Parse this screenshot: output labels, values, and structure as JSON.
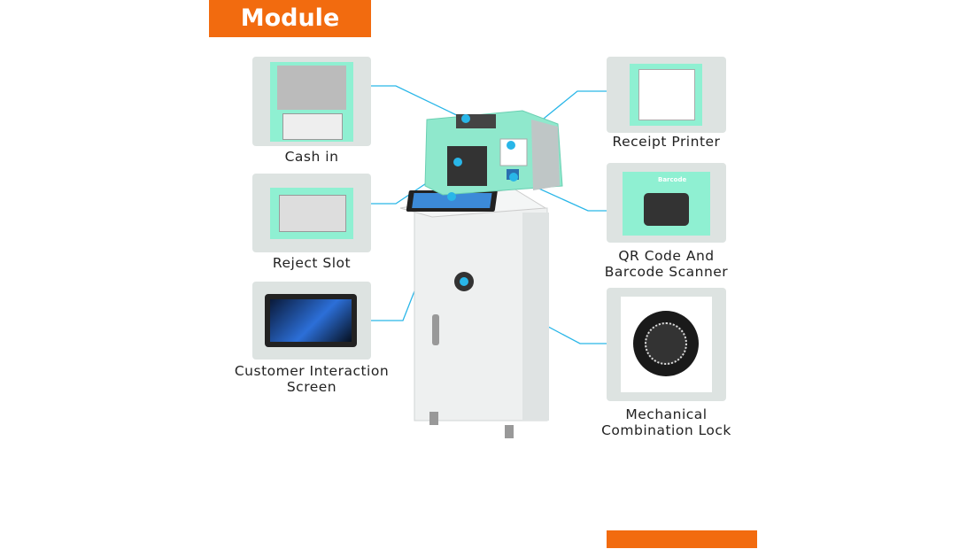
{
  "title": "Module",
  "modules": {
    "cash_in": "Cash in",
    "reject_slot": "Reject Slot",
    "screen": [
      "Customer Interaction",
      "Screen"
    ],
    "printer": "Receipt Printer",
    "scanner": [
      "QR Code And",
      "Barcode Scanner"
    ],
    "scanner_logo": "Barcode",
    "lock": [
      "Mechanical",
      "Combination Lock"
    ]
  },
  "colors": {
    "accent": "#f26b0f",
    "connector": "#29b6e8",
    "mint": "#8ff0d2"
  }
}
